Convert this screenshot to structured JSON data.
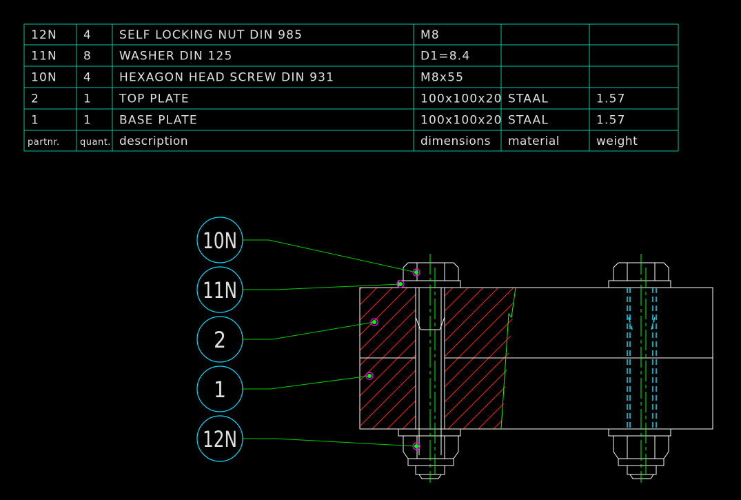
{
  "colors": {
    "background": "#000000",
    "table_lines": "#00c8a0",
    "text": "#e0e0e0",
    "leader": "#00d000",
    "geometry": "#ffffff",
    "hatch": "#ff2020",
    "centerline": "#00ff00",
    "hidden": "#00e0ff",
    "balloon": "#00e0ff",
    "marker_fill": "#00ff00",
    "marker_ring": "#ff00ff"
  },
  "parts_list": {
    "rows": [
      {
        "partnr": "12N",
        "quant": "4",
        "description": "SELF LOCKING NUT DIN 985",
        "dimensions": "M8",
        "material": "",
        "weight": ""
      },
      {
        "partnr": "11N",
        "quant": "8",
        "description": "WASHER DIN 125",
        "dimensions": "D1=8.4",
        "material": "",
        "weight": ""
      },
      {
        "partnr": "10N",
        "quant": "4",
        "description": "HEXAGON HEAD SCREW DIN 931",
        "dimensions": "M8x55",
        "material": "",
        "weight": ""
      },
      {
        "partnr": "2",
        "quant": "1",
        "description": "TOP PLATE",
        "dimensions": "100x100x20",
        "material": "STAAL",
        "weight": "1.57"
      },
      {
        "partnr": "1",
        "quant": "1",
        "description": "BASE PLATE",
        "dimensions": "100x100x20",
        "material": "STAAL",
        "weight": "1.57"
      }
    ],
    "header": {
      "partnr": "partnr.",
      "quant": "quant.",
      "description": "description",
      "dimensions": "dimensions",
      "material": "material",
      "weight": "weight"
    }
  },
  "balloons": [
    {
      "label": "10N"
    },
    {
      "label": "11N"
    },
    {
      "label": "2"
    },
    {
      "label": "1"
    },
    {
      "label": "12N"
    }
  ]
}
